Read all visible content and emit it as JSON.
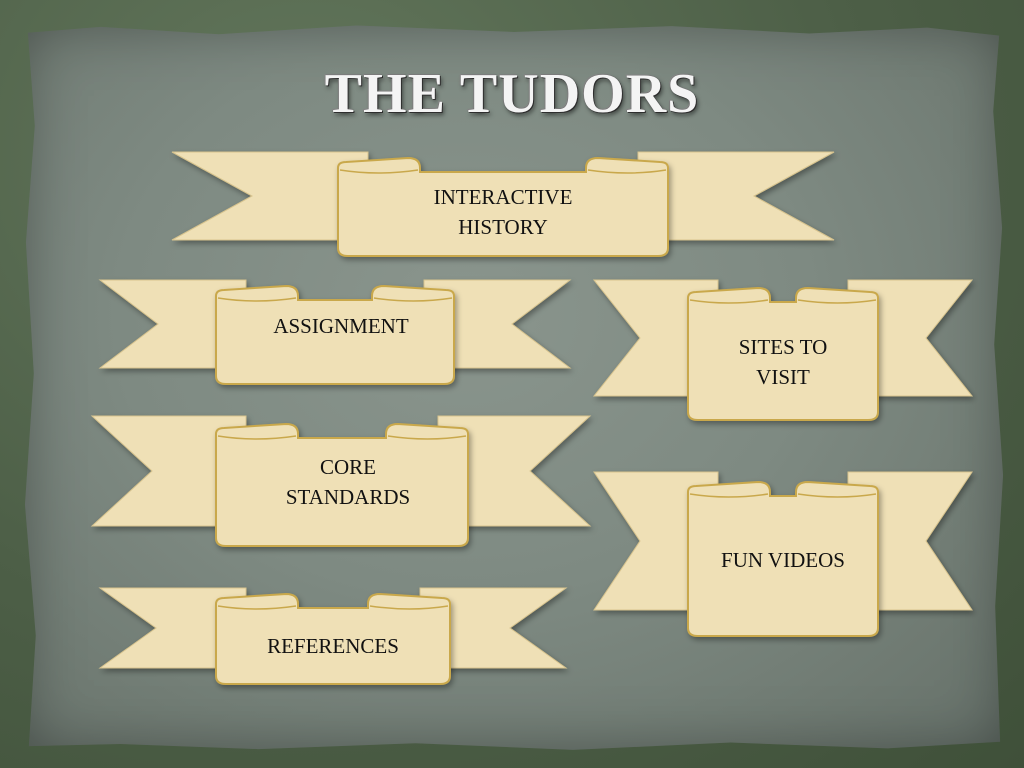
{
  "page": {
    "title": "THE TUDORS"
  },
  "colors": {
    "background": "#56684f",
    "board": "#7e8a82",
    "ribbon_fill": "#efe0b6",
    "ribbon_edge": "#c9a84c"
  },
  "menu": {
    "interactive_history": "INTERACTIVE\nHISTORY",
    "assignment": "ASSIGNMENT",
    "sites_to_visit": "SITES TO\nVISIT",
    "core_standards": "CORE\nSTANDARDS",
    "fun_videos": "FUN VIDEOS",
    "references": "REFERENCES"
  }
}
